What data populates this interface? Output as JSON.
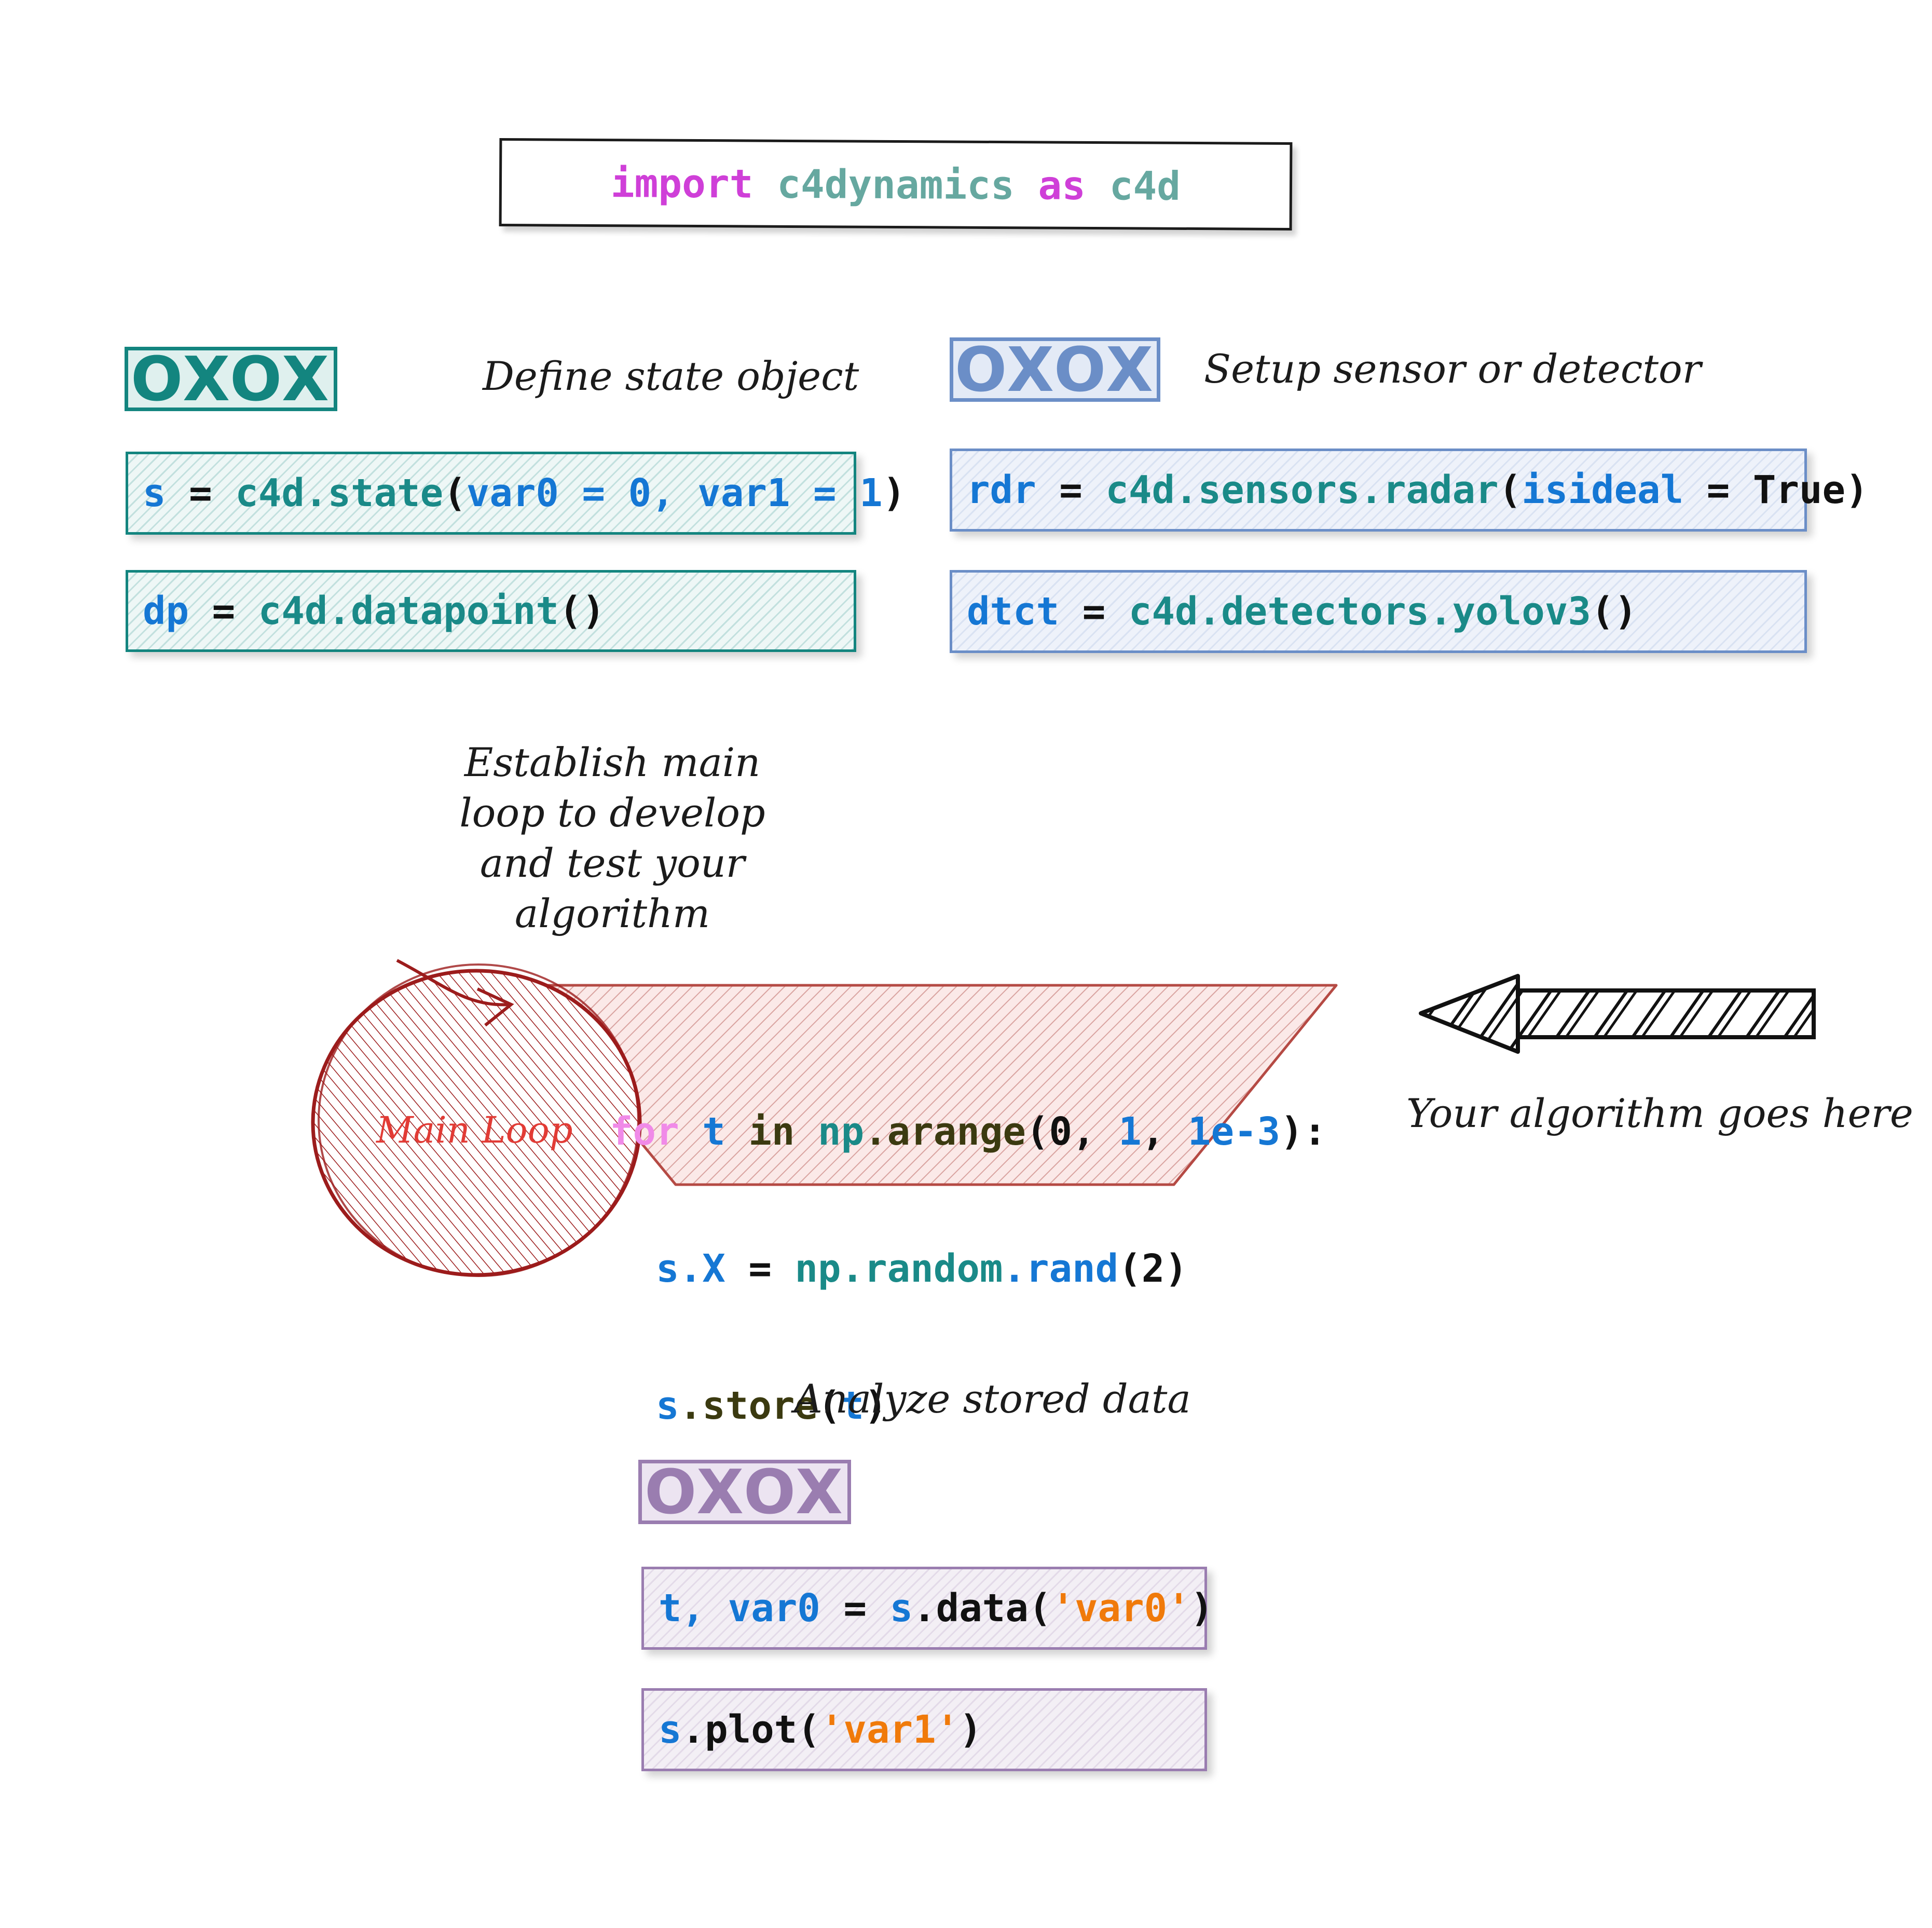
{
  "import_line": {
    "kw1": "import",
    "lib": "c4dynamics",
    "kw2": "as",
    "alias": "c4d"
  },
  "state_section": {
    "tag": "OXOX",
    "label": "Define state object",
    "line1": {
      "var": "s",
      "op": "=",
      "call": "c4d.state",
      "open": "(",
      "args": "var0 = 0, var1 = 1",
      "close": ")"
    },
    "line2": {
      "var": "dp",
      "op": "=",
      "call": "c4d.datapoint",
      "parens": "()"
    }
  },
  "sensor_section": {
    "tag": "OXOX",
    "label": "Setup sensor or detector",
    "line1": {
      "var": "rdr",
      "op": "=",
      "call": "c4d.sensors.radar",
      "open": "(",
      "arg": "isideal",
      "eq": "= True)"
    },
    "line2": {
      "var": "dtct",
      "op": "=",
      "call": "c4d.detectors.yolov3",
      "parens": "()"
    }
  },
  "loop_section": {
    "label_lines": [
      "Establish main",
      "loop to develop",
      "and test your",
      "algorithm"
    ],
    "circle_label": "Main Loop",
    "code": {
      "l1": {
        "for": "for",
        "t": "t",
        "in": "in",
        "np": "np",
        "arange": ".arange",
        "open": "(0, ",
        "one": "1",
        "comma": ", ",
        "step": "1e-3",
        "close": "):"
      },
      "l2": {
        "sx": "s.X",
        "eq": "=",
        "np": "np.random",
        "rand": ".rand",
        "arg": "(2)"
      },
      "l3": {
        "s": "s",
        "store": ".store",
        "open": "(",
        "t": "t",
        "close": ")"
      }
    },
    "arrow_label": "Your algorithm goes here"
  },
  "analyze_section": {
    "label": "Analyze stored data",
    "tag": "OXOX",
    "line1": {
      "vars": "t, var0",
      "op": "=",
      "s": "s",
      "call": ".data(",
      "str": "'var0'",
      "close": ")"
    },
    "line2": {
      "s": "s",
      "call": ".plot(",
      "str": "'var1'",
      "close": ")"
    }
  },
  "colors": {
    "teal": "#13857f",
    "blue": "#6b8ec7",
    "purple": "#9a7db0",
    "red": "#9c1c1c",
    "keyword": "#cf3fd8",
    "variable": "#1577d4",
    "string": "#f07a0a"
  }
}
